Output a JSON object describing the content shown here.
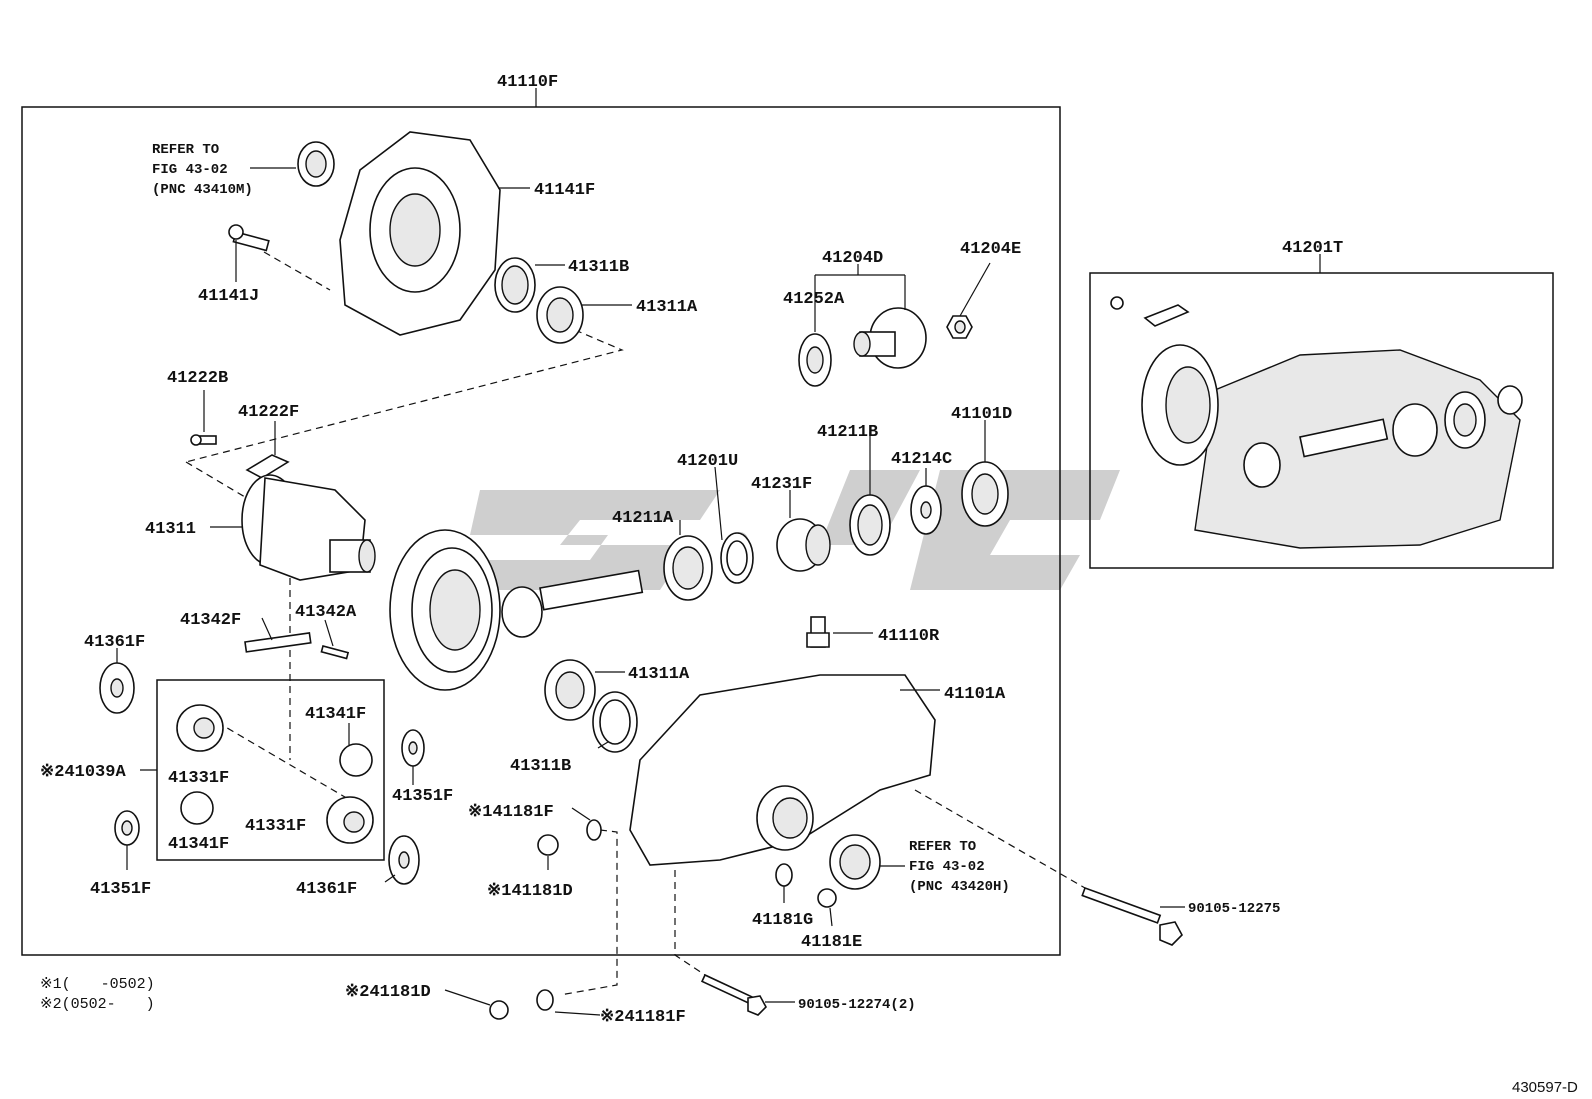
{
  "labels": {
    "assy_41110F": "41110F",
    "refer_left_1": "REFER TO",
    "refer_left_2": "FIG 43-02",
    "refer_left_3": "(PNC 43410M)",
    "p41141F": "41141F",
    "p41141J": "41141J",
    "p41311B_top": "41311B",
    "p41311A_top": "41311A",
    "p41204D": "41204D",
    "p41204E": "41204E",
    "p41252A": "41252A",
    "p41222B": "41222B",
    "p41222F": "41222F",
    "p41211B": "41211B",
    "p41101D": "41101D",
    "p41214C": "41214C",
    "p41201U": "41201U",
    "p41231F": "41231F",
    "p41211A": "41211A",
    "p41311": "41311",
    "p41342F": "41342F",
    "p41342A": "41342A",
    "p41361F_top": "41361F",
    "p41341F_a": "41341F",
    "p41039A": "※241039A",
    "p41331F_a": "41331F",
    "p41331F_b": "41331F",
    "p41341F_b": "41341F",
    "p41351F_left": "41351F",
    "p41351F_mid": "41351F",
    "p41361F_bot": "41361F",
    "p41110R": "41110R",
    "p41311A_bot": "41311A",
    "p41101A": "41101A",
    "p41311B_bot": "41311B",
    "p41181F_1": "※141181F",
    "p41181D_1": "※141181D",
    "refer_right_1": "REFER TO",
    "refer_right_2": "FIG 43-02",
    "refer_right_3": "(PNC 43420H)",
    "p41181G": "41181G",
    "p41181E": "41181E",
    "p90105_12275": "90105-12275",
    "p41201T": "41201T",
    "p41181D_2": "※241181D",
    "p41181F_2": "※241181F",
    "p90105_12274": "90105-12274(2)",
    "note1": "※1(　　-0502)",
    "note2": "※2(0502-　　)",
    "figure_id": "430597-D"
  }
}
